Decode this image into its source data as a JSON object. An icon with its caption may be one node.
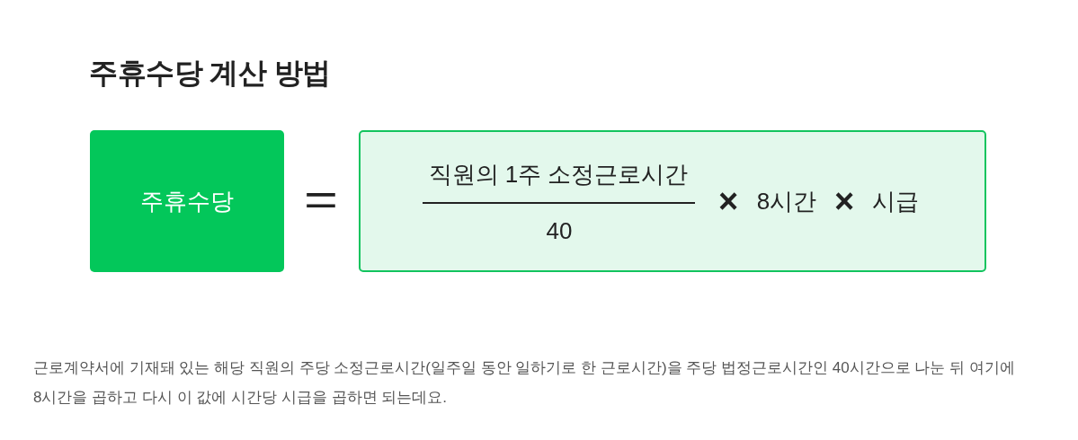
{
  "diagram": {
    "title": "주휴수당 계산 방법",
    "nodes": [
      {
        "text": [
          "주휴수당"
        ]
      },
      {
        "text": [
          "직원의 1주 소정근로시간",
          "40",
          "×",
          "8시간",
          "×",
          "시급"
        ]
      }
    ],
    "labels": [
      "="
    ],
    "caption": "근로계약서에 기재돼 있는 해당 직원의 주당 소정근로시간(일주일 동안 일하기로 한 근로시간)을 주당 법정근로시간인 40시간으로 나눈 뒤 여기에 8시간을 곱하고 다시 이 값에 시간당 시급을 곱하면 되는데요."
  }
}
